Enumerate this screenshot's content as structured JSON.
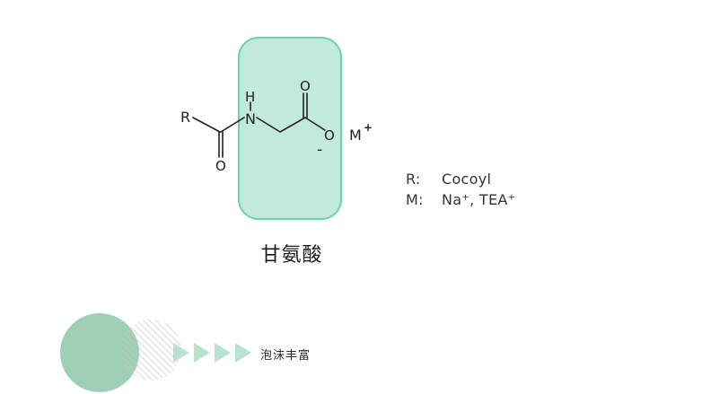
{
  "structure": {
    "atoms": {
      "r_group": "R",
      "nitrogen": "N",
      "hydrogen": "H",
      "carbonyl_oxygen": "O",
      "carboxyl_oxygen": "O",
      "carboxylate_oxygen": "O",
      "negative_charge": "-",
      "counter_ion": "M",
      "counter_ion_charge": "+"
    },
    "highlight_color": "#c2eadb",
    "highlight_border": "#6fd2ad"
  },
  "legend": [
    {
      "key": "R:",
      "value": "Cocoyl"
    },
    {
      "key": "M:",
      "value": "Na⁺, TEA⁺"
    }
  ],
  "caption": "甘氨酸",
  "feature": {
    "label": "泡沫丰富",
    "arrow_color": "#b9e3d0",
    "circle_color": "#9fcfb6"
  }
}
